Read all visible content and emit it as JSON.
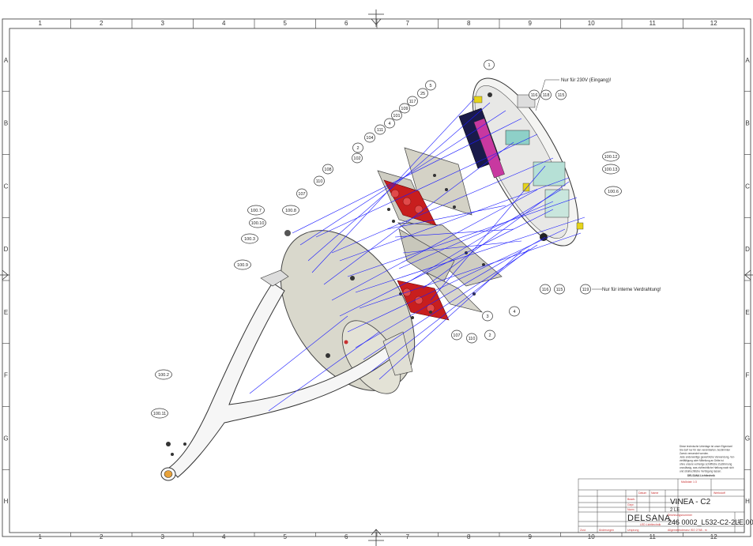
{
  "frame": {
    "columns": [
      "1",
      "2",
      "3",
      "4",
      "5",
      "6",
      "7",
      "8",
      "9",
      "10",
      "11",
      "12"
    ],
    "rows": [
      "A",
      "B",
      "C",
      "D",
      "E",
      "F",
      "G",
      "H"
    ]
  },
  "callouts": [
    "1",
    "5",
    "25",
    "117",
    "109",
    "101",
    "4",
    "111",
    "104",
    "102",
    "2",
    "108",
    "110",
    "107",
    "100.7",
    "100.8",
    "100.10",
    "100.3",
    "100.9",
    "100.2",
    "100.11",
    "116",
    "118",
    "115",
    "100.12",
    "100.13",
    "100.6",
    "116",
    "115",
    "119",
    "4",
    "3",
    "2",
    "110",
    "107"
  ],
  "notes": {
    "input_note": "Nur für 230V (Eingang)!",
    "internal_note": "Nur für interne Verdrahtung!"
  },
  "disclaimer": {
    "lines": [
      "Diese technische Unterlage ist unser Eigentum!",
      "Sie darf nur für den vereinbarten, bestimmten",
      "Zweck verwendet werden.",
      "Jede anderweitige gewerbliche Verwendung, Ver-",
      "vielfältigung oder Mitteilung an Dritte ist",
      "ohne unsere vorherige schriftliche Zustimmung",
      "unzulässig, was zivilrechtliche Haftung nach sich",
      "und strafrechtliche Verfolgung lassen."
    ],
    "company": "DELSANA Lichttechnik"
  },
  "title_block": {
    "scale_label": "Maßstab",
    "scale": "1:3",
    "material_label": "Werkstoff",
    "brand": "DELSANA",
    "brand_sub": "LED Lichttechnik",
    "title": "VINEA - C2",
    "subtitle": "2 LE",
    "drawing_number_label": "Zeichnungsnummer",
    "drawing_number": "246 0002_L532-C2-2LE.00",
    "tolerance": "Allgemeintoleranz ISO 2768 - m",
    "sheet": "1",
    "cells": [
      "Datum",
      "Name",
      "Bearb.",
      "Gepr.",
      "Norm",
      "Zust.",
      "Änderungen",
      "Ursprung"
    ]
  },
  "colors": {
    "leader": "#1a1aff",
    "led_module": "#c81e1e",
    "frame": "#333333"
  }
}
